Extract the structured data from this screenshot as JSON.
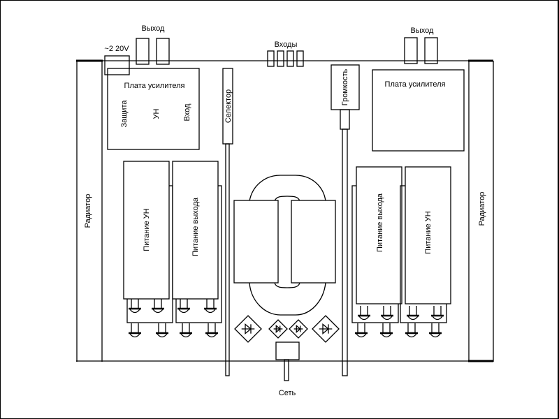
{
  "labels": {
    "output_left": "Выход",
    "output_right": "Выход",
    "mains_voltage": "~2 20V",
    "inputs": "Входы",
    "amp_board_left": "Плата усилителя",
    "amp_board_right": "Плата усилителя",
    "protection": "Защита",
    "preamp": "УН",
    "input": "Вход",
    "selector": "Селектор",
    "volume": "Громкость",
    "heatsink_left": "Радиатор",
    "heatsink_right": "Радиатор",
    "psu_preamp_left": "Питание УН",
    "psu_output_left": "Питание выхода",
    "psu_output_right": "Питание выхода",
    "psu_preamp_right": "Питание УН",
    "mains": "Сеть"
  },
  "colors": {
    "stroke": "#000000",
    "background": "#ffffff"
  }
}
